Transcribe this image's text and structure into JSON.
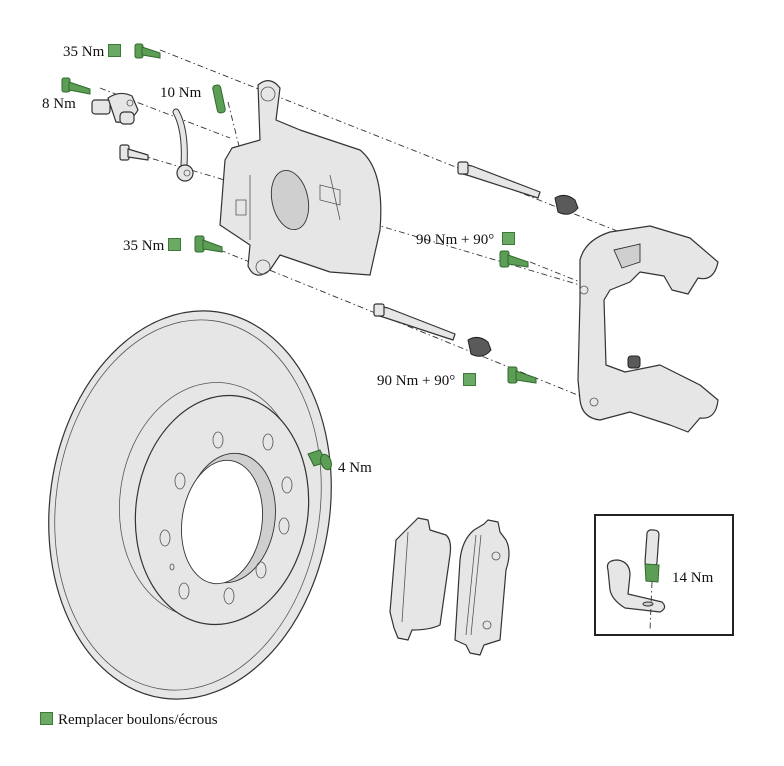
{
  "diagram": {
    "title": "Brake caliper, carrier, disc and pads exploded view",
    "colors": {
      "replace_marker": "#6aaa64",
      "replace_marker_border": "#3d7a38",
      "part_fill": "#e6e6e6",
      "part_outline": "#333333",
      "dark_part": "#555555"
    },
    "torque_labels": {
      "top_caliper_bolt": "35 Nm",
      "sensor_bolt": "8 Nm",
      "bleed_screw": "10 Nm",
      "lower_caliper_bolt": "35 Nm",
      "upper_carrier_bolt": "90 Nm + 90°",
      "lower_carrier_bolt": "90 Nm + 90°",
      "disc_screw": "4 Nm",
      "inset_fitting": "14 Nm"
    },
    "parts": [
      "caliper",
      "caliper carrier",
      "brake disc",
      "brake pads",
      "guide pins",
      "guide pin caps",
      "brake hose",
      "wheel speed sensor",
      "bleed screw",
      "brake line bracket (inset)"
    ],
    "legend": {
      "label": "Remplacer boulons/écrous"
    }
  }
}
